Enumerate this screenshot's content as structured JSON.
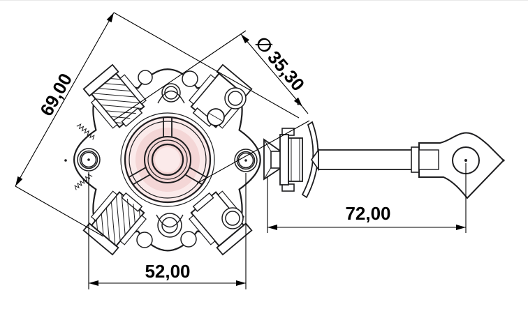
{
  "drawing": {
    "background": "#ffffff",
    "line_color": "#1d1d1f",
    "dim_color": "#000000",
    "watermark_fill": "#f7d9d9",
    "watermark_accent": "#eec2c2",
    "dims": {
      "d69": {
        "label": "69,00"
      },
      "dia": {
        "prefix": "∅",
        "label": "35,30"
      },
      "d72": {
        "label": "72,00"
      },
      "d52": {
        "label": "52,00"
      }
    }
  }
}
